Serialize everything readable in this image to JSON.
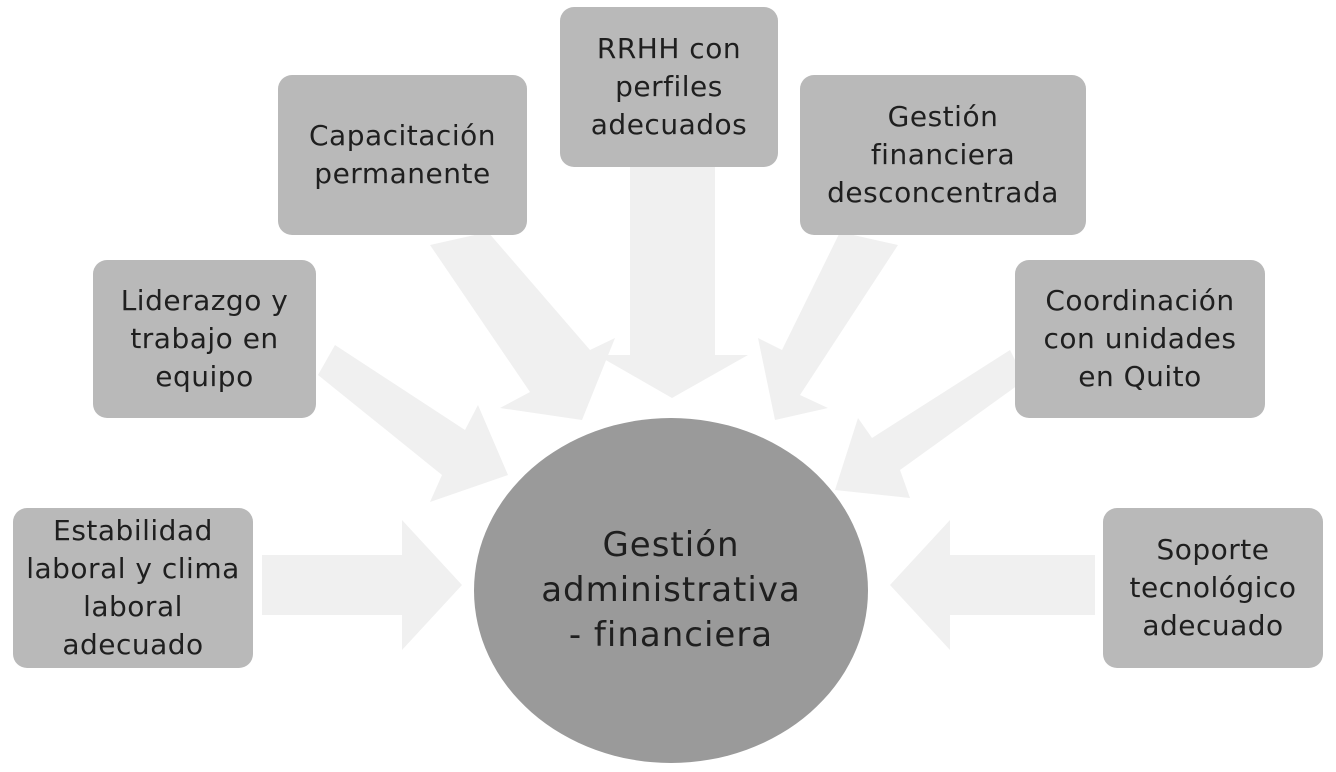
{
  "diagram": {
    "center": {
      "label": "Gestión\nadministrativa\n- financiera"
    },
    "nodes": {
      "rrhh": "RRHH con\nperfiles\nadecuados",
      "capacitacion": "Capacitación\npermanente",
      "gestion_financiera": "Gestión\nfinanciera\ndesconcentrada",
      "liderazgo": "Liderazgo y\ntrabajo en\nequipo",
      "coordinacion": "Coordinación\ncon unidades\nen Quito",
      "estabilidad": "Estabilidad\nlaboral y clima\nlaboral\nadecuado",
      "soporte": "Soporte\ntecnológico\nadecuado"
    },
    "colors": {
      "box_fill": "#b9b9b9",
      "center_fill": "#9a9a9a",
      "arrow_fill": "#f0f0f0",
      "text": "#1f1f1f"
    }
  }
}
